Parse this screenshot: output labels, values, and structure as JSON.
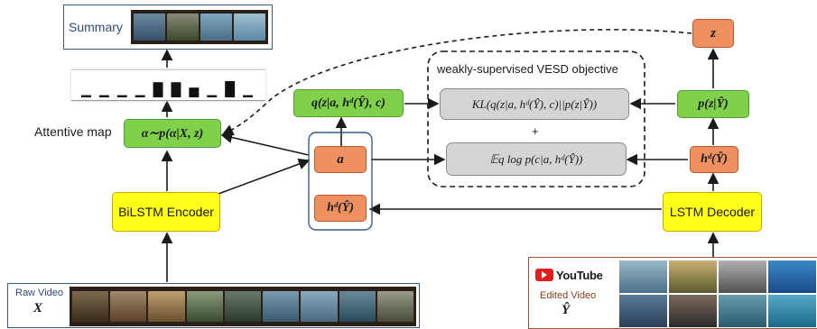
{
  "summary": {
    "label": "Summary"
  },
  "attentive_map": {
    "label": "Attentive map",
    "formula": "α∼p(α|X, z)"
  },
  "q_node": {
    "text": "q(z|a, hᵈ(Ŷ), c)"
  },
  "a_node": {
    "text": "a"
  },
  "hd_left": {
    "text": "hᵈ(Ŷ)"
  },
  "bilstm": {
    "label": "BiLSTM Encoder"
  },
  "lstm_decoder": {
    "label": "LSTM Decoder"
  },
  "objective": {
    "title": "weakly-supervised VESD objective",
    "kl": "KL(q(z|a, hᵈ(Ŷ), c)||p(z|Ŷ))",
    "plus": "+",
    "eq": "𝔼q log p(c|a, hᵈ(Ŷ))"
  },
  "z_node": {
    "text": "z"
  },
  "p_node": {
    "text": "p(z|Ŷ)"
  },
  "hd_right": {
    "text": "hᵈ(Ŷ)"
  },
  "raw_video": {
    "label": "Raw Video",
    "symbol": "X"
  },
  "edited_video": {
    "brand": "YouTube",
    "label": "Edited Video",
    "symbol": "Ŷ"
  },
  "attention_bars": [
    0.1,
    0.1,
    0.1,
    0.1,
    0.7,
    0.7,
    0.45,
    0.1,
    0.75,
    0.1
  ],
  "colors": {
    "green": "#7fd04b",
    "orange": "#ee9060",
    "yellow": "#ffff1a",
    "gray": "#d4d4d4",
    "accent_blue": "#3a5a8a"
  }
}
